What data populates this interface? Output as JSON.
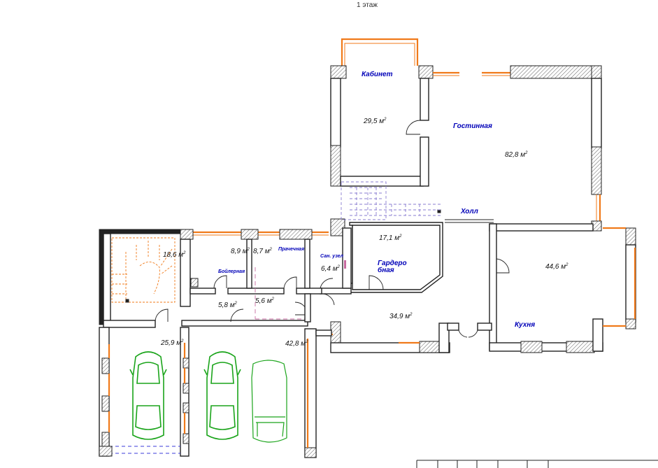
{
  "title": "1 этаж",
  "rooms": {
    "kabinet": {
      "name": "Кабинет",
      "area": "29,5"
    },
    "gostinnaya": {
      "name": "Гостинная",
      "area": "82,8"
    },
    "holl": {
      "name": "Холл"
    },
    "garderobnaya": {
      "name_line1": "Гардеро",
      "name_line2": "бная",
      "area": "17,1"
    },
    "kuhnya": {
      "name": "Кухня",
      "area": "44,6"
    },
    "hall_lower": {
      "area": "34,9"
    },
    "stair": {
      "area": "18,6"
    },
    "boilernaya": {
      "name": "Бойлерная",
      "area": "8,9"
    },
    "prachechnaya": {
      "name": "Прачечная",
      "area": "8,7"
    },
    "san_uzel": {
      "name": "Сан. узел",
      "area": "6,4"
    },
    "corridor_a": {
      "area": "5,8"
    },
    "corridor_b": {
      "area": "5,6"
    },
    "vestibule": {
      "area": "25,9"
    },
    "garage": {
      "area": "42,8"
    }
  },
  "unit": "м",
  "unit_sup": "2",
  "colors": {
    "walls": "#222222",
    "windows": "#f07a1a",
    "labels": "#0000b8",
    "cars": "#1aa41a"
  }
}
